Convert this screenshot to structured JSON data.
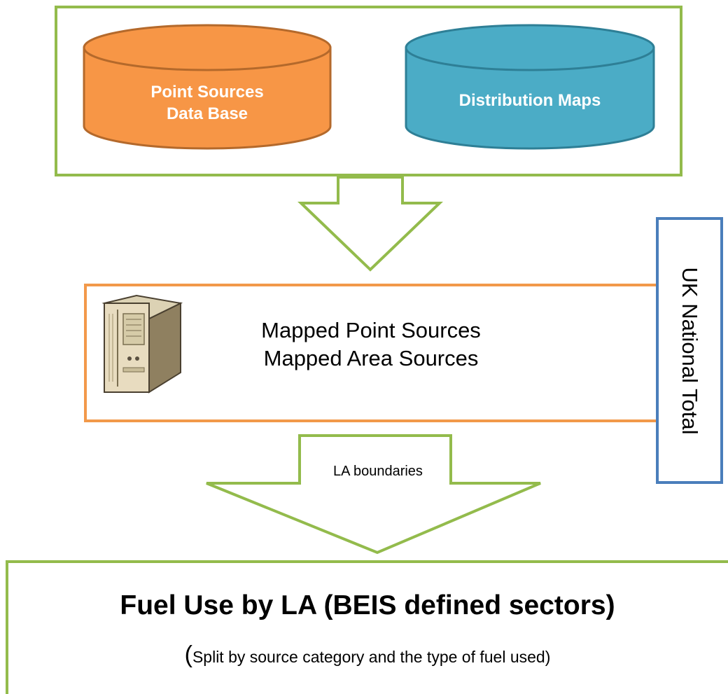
{
  "sources": {
    "point_db_line1": "Point Sources",
    "point_db_line2": "Data Base",
    "distribution_maps": "Distribution Maps"
  },
  "mapped": {
    "line1": "Mapped Point Sources",
    "line2": "Mapped Area Sources"
  },
  "arrow_label": "LA boundaries",
  "side_box_label": "UK National Total",
  "result": {
    "title": "Fuel Use by LA (BEIS defined sectors)",
    "subtitle_open": "(",
    "subtitle": "Split by source category and the type of fuel used)"
  },
  "colors": {
    "green_border": "#93bb4c",
    "orange_cylinder": "#f79646",
    "orange_cylinder_dark": "#b4692b",
    "blue_cylinder": "#4bacc6",
    "blue_cylinder_dark": "#2e7f96",
    "orange_border": "#f2994a",
    "blue_border": "#4a7ebb"
  },
  "icons": {
    "server": "server-icon"
  }
}
